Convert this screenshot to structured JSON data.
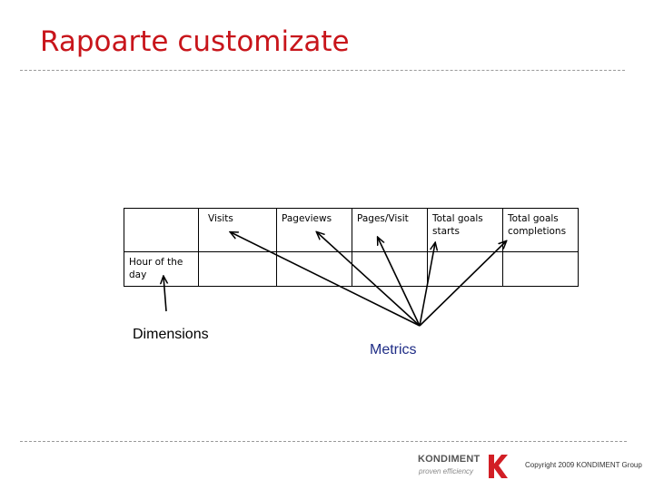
{
  "title": "Rapoarte customizate",
  "table": {
    "header": [
      "",
      "Visits",
      "Pageviews",
      "Pages/Visit",
      "Total goals starts",
      "Total goals completions"
    ],
    "row_label": "Hour of the day"
  },
  "labels": {
    "dimensions": "Dimensions",
    "metrics": "Metrics"
  },
  "footer": {
    "logo_word": "KONDIMENT",
    "logo_tagline": "proven efficiency",
    "copyright": "Copyright 2009 KONDIMENT Group"
  },
  "colors": {
    "title": "#c8151b",
    "metrics_label": "#1f2d86",
    "logo_mark": "#d21e25"
  }
}
